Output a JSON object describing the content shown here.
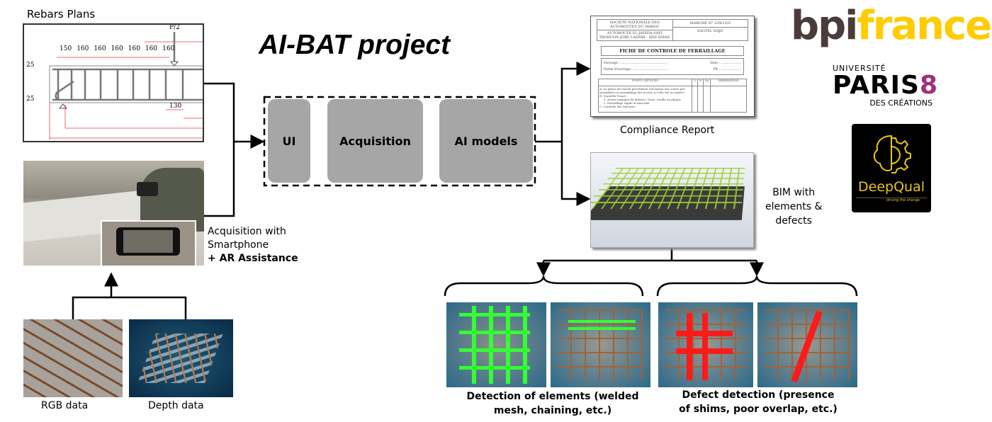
{
  "title": "AI-BAT project",
  "inputs": {
    "rebars_plans_label": "Rebars Plans",
    "plan": {
      "dims_top": [
        "150",
        "160",
        "160",
        "160",
        "160",
        "160",
        "160"
      ],
      "dim_left_top": "25",
      "dim_left_bottom": "25",
      "dim_bottom": "130",
      "load": "P/2"
    },
    "acquisition_label_line1": "Acquisition with",
    "acquisition_label_line2": "Smartphone",
    "acquisition_label_line3": "+ AR Assistance",
    "rgb_label": "RGB data",
    "depth_label": "Depth data"
  },
  "pipeline": {
    "modules": [
      "UI",
      "Acquisition",
      "AI models"
    ]
  },
  "outputs": {
    "report": {
      "caption": "Compliance Report",
      "header_left_1": "SOCIETE NATIONALE DES AUTOROUTES DU MAROC",
      "header_right_1": "MARCHE N° 234/12/S",
      "header_left_2": "AUTOROUTE EL JADIDA-SAFI TRONCON JORF LASFAR - SIDI SMAIL",
      "header_right_2": "SAGTEL HAJD",
      "form_title": "FICHE DE CONTROLE DE FERRAILLAGE",
      "field_ouvrage": "Ouvrage : ..............................................",
      "field_date": "Date : ....................",
      "field_partie": "Partie d'ouvrage : ..................................",
      "field_pk": "PK : ....................",
      "table_headers": [
        "POINTS CRITIQUES",
        "O",
        "N",
        "NA",
        "OBSERVATIONS"
      ],
      "rows": [
        "A- La phase de travail précédente (réception des aciers pré assemblés ou assemblage des aciers) a-t-elle été acceptée?",
        "B- Contrôle Visuel :",
        "1. Aciers exempts de laitance, boue, rouille en plaque",
        "2. Ferraillage rigide et bien fixé",
        "C- Contrôle des Mesures :"
      ]
    },
    "bim_label_line1": "BIM with",
    "bim_label_line2": "elements &",
    "bim_label_line3": "defects",
    "detection_elements_line1": "Detection of elements (welded",
    "detection_elements_line2": "mesh, chaining, etc.)",
    "defect_detection_line1": "Defect detection (presence",
    "defect_detection_line2": "of shims, poor overlap, etc.)"
  },
  "logos": {
    "bpi_dark": "bpi",
    "bpi_yellow": "france",
    "paris8_top": "UNIVERSITÉ",
    "paris8_main": "PARIS",
    "paris8_digit": "8",
    "paris8_bottom": "DES CRÉATIONS",
    "deepqual_name": "DeepQual",
    "deepqual_tagline": "driving the change"
  },
  "colors": {
    "module_fill": "#a6a6a6",
    "bpi_dark": "#4a3c3a",
    "bpi_yellow": "#ffcc00",
    "deepqual_yellow": "#e6c619",
    "detection_green": "#33ff33",
    "defect_red": "#ff1a1a"
  }
}
